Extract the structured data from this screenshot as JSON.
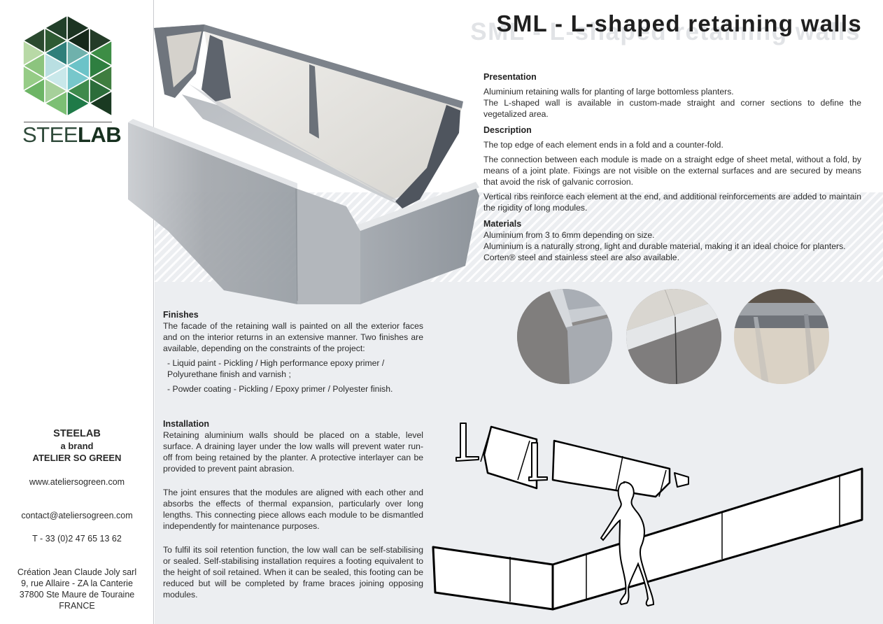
{
  "brand": {
    "logo_text_light": "STEE",
    "logo_text_bold": "LAB",
    "colors": {
      "dark_green": "#17301f",
      "mid_green": "#3e8c4a",
      "light_green": "#9fcf8f",
      "teal": "#2f8a87",
      "light_blue": "#b6e0e3"
    }
  },
  "title": "SML - L-shaped retaining walls",
  "sections": {
    "presentation": {
      "heading": "Presentation",
      "lines": [
        "Aluminium retaining walls for planting of large bottomless planters.",
        "The L-shaped wall is available in custom-made straight and  corner sections to define the vegetalized area."
      ]
    },
    "description": {
      "heading": "Description",
      "paragraphs": [
        "The top edge of each element ends in a fold and a counter-fold.",
        "The connection between each module is made on a straight edge of sheet metal, without a fold, by means of a joint plate. Fixings are not visible on the external surfaces and are secured by means that avoid the risk of galvanic corrosion.",
        "Vertical ribs reinforce each element at the end, and additional reinforcements are added to maintain the rigidity of long modules."
      ]
    },
    "materials": {
      "heading": "Materials",
      "lines": [
        "Aluminium from 3 to 6mm depending on size.",
        "Aluminium is a naturally strong, light and durable material, making it an ideal choice for planters.",
        "Corten® steel and stainless steel are also available."
      ]
    },
    "finishes": {
      "heading": "Finishes",
      "intro": "The facade of the retaining wall is painted on all the exterior faces and on the interior returns in an extensive manner. Two finishes are available, depending on the constraints of the project:",
      "items": [
        " - Liquid paint - Pickling / High performance epoxy primer / Polyurethane finish and varnish ;",
        " - Powder coating - Pickling / Epoxy primer / Polyester finish."
      ]
    },
    "installation": {
      "heading": "Installation",
      "paragraphs": [
        "Retaining aluminium walls should be placed on a stable, level surface. A draining layer under the low walls will prevent water run-off from being retained by the planter. A protective interlayer can be provided to prevent paint abrasion.",
        "The joint ensures that the modules are aligned with each other and absorbs the effects of thermal expansion, particularly over long lengths. This connecting piece allows each module to be dismantled independently for maintenance purposes.",
        "To fulfil its soil retention function, the low wall can be self-stabilising or sealed. Self-stabilising installation requires a footing equivalent to the height of soil retained. When it can be sealed, this footing can be reduced but will be completed by frame braces joining opposing modules."
      ]
    }
  },
  "contact": {
    "brand_name": "STEELAB",
    "brand_sub": "a brand",
    "parent": "ATELIER SO GREEN",
    "website": "www.ateliersogreen.com",
    "email": "contact@ateliersogreen.com",
    "phone": "T - 33 (0)2 47 65 13 62",
    "address": [
      "Création Jean Claude Joly sarl",
      "9, rue Allaire - ZA la Canterie",
      "37800 Ste Maure de Touraine",
      "FRANCE"
    ]
  },
  "images": {
    "main_photo": "L-shaped aluminium retaining wall modules (photo)",
    "detail_1": "corner fold detail",
    "detail_2": "joint between modules detail",
    "detail_3": "vertical ribs interior detail",
    "drawing": "line drawing of wall assembly with walking person"
  }
}
